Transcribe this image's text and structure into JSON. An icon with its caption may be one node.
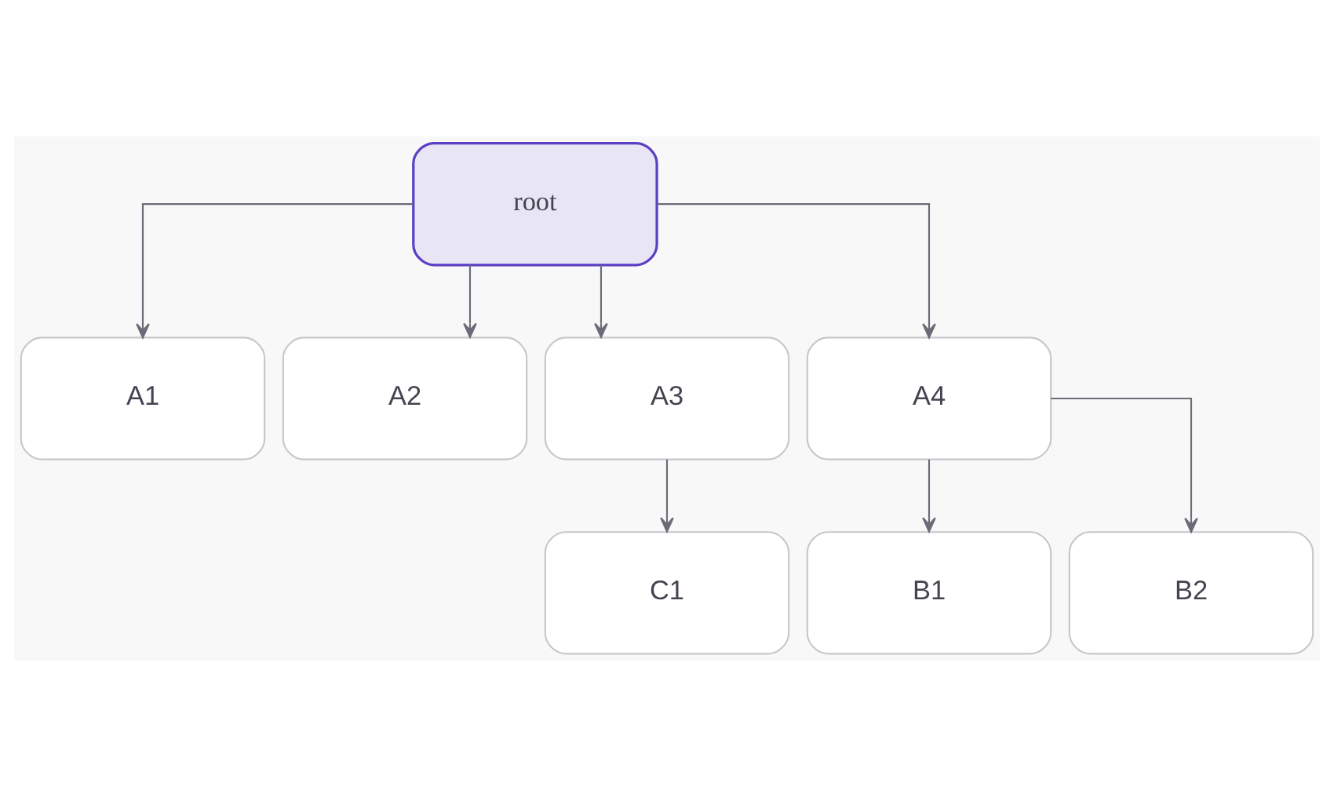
{
  "diagram": {
    "nodes": [
      {
        "text": [
          "root"
        ]
      },
      {
        "text": [
          "A1"
        ]
      },
      {
        "text": [
          "A2"
        ]
      },
      {
        "text": [
          "A3"
        ]
      },
      {
        "text": [
          "A4"
        ]
      },
      {
        "text": [
          "C1"
        ]
      },
      {
        "text": [
          "B1"
        ]
      },
      {
        "text": [
          "B2"
        ]
      }
    ],
    "edges": [
      {
        "from": 0,
        "to": 1,
        "arrow": "to"
      },
      {
        "from": 0,
        "to": 2,
        "arrow": "to"
      },
      {
        "from": 0,
        "to": 3,
        "arrow": "to"
      },
      {
        "from": 0,
        "to": 4,
        "arrow": "to"
      },
      {
        "from": 3,
        "to": 5,
        "arrow": "to"
      },
      {
        "from": 4,
        "to": 6,
        "arrow": "to"
      },
      {
        "from": 4,
        "to": 7,
        "arrow": "to"
      }
    ]
  }
}
